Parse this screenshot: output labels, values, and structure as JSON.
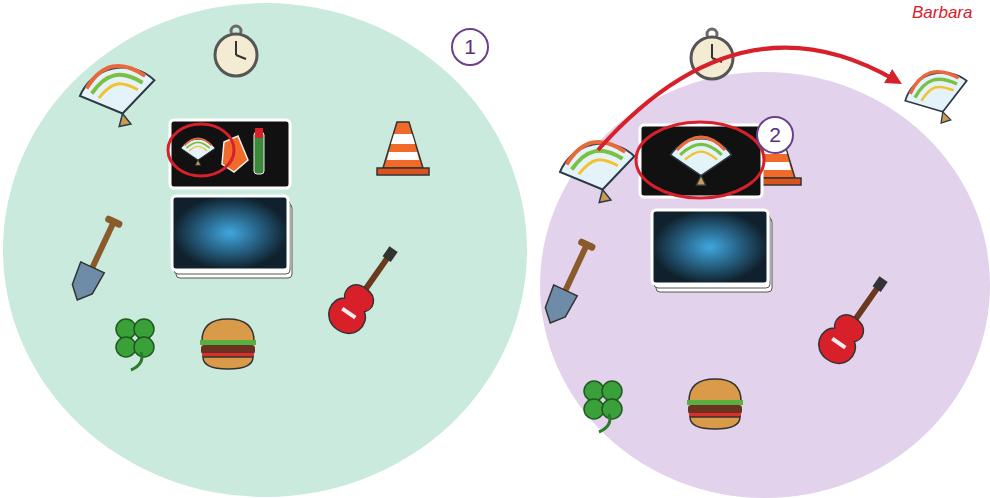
{
  "diagram": {
    "nodes": [
      {
        "text": [
          "1"
        ]
      },
      {
        "text": [
          "2"
        ]
      }
    ],
    "labels": [
      "Barbara"
    ]
  }
}
